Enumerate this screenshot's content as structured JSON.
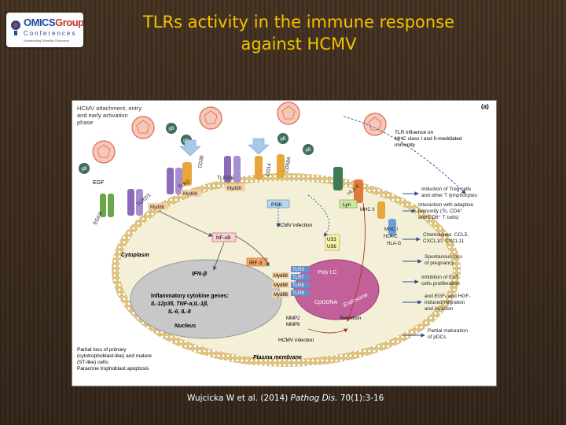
{
  "logo": {
    "part1": "OMICS",
    "part2": "Group",
    "line2": "Conferences",
    "tagline": "Accelerating Scientific Discovery"
  },
  "title": {
    "line1": "TLRs activity in the immune response",
    "line2": "against HCMV"
  },
  "figure": {
    "panel_label": "(a)",
    "attach_label": [
      "HCMV attachment, entry",
      "and early activation",
      "phase"
    ],
    "gb": "gB",
    "gh": "gH",
    "egf": "EGF",
    "egfr": "EGFR",
    "tlr2_1": "TLR2/1",
    "tlr2": "TLR2",
    "tlr26": "TLR2/6",
    "cd36": "CD36",
    "cd14": "CD14",
    "cd58a": "CD58A",
    "myd88": "Myd88",
    "pi3k": "PI3K",
    "hcmv_infection": "HCMV infection",
    "cytoplasm": "Cytoplasm",
    "nfkb": "NF-κB",
    "irf3": "IRF-3",
    "ifn": "IFN-β",
    "inflam": [
      "Inflammatory cytokine genes:",
      "IL-12p35, TNF-α,IL-1β,",
      "IL-6, IL-8"
    ],
    "nucleus": "Nucleus",
    "tlr3": "TLR3",
    "tlr7": "TLR7",
    "tlr8": "TLR8",
    "tlr9": "TLR9",
    "polyic": "Poly I:C",
    "cpg": "CpGDNA",
    "endosome": "Endosome",
    "lyn": "Lyn",
    "us": [
      "US3",
      "US6"
    ],
    "mhc1": "MHC I",
    "hlac": "HLA-C",
    "hlag": "HLA-G",
    "mhcii": "MHC II",
    "hlae": "HLA-E",
    "mmp": [
      "MMP2",
      "MMP9"
    ],
    "secretion": "Secretion",
    "plasma": "Plasma membrane",
    "hcmv_inf2": "HCMV infection",
    "tlr_influence": [
      "TLR influence on",
      "MHC class I and II-meddiated",
      "immunity"
    ],
    "right": [
      [
        "Induction of Treg cells",
        "and other T lymphocytes"
      ],
      [
        "Interaction with adaptive",
        "immunity (Tc, CD4⁺",
        "and CD8⁺ T cells)"
      ],
      [
        "Chemokines: CCL5,",
        "CXCL10, CXCL11"
      ],
      [
        "Spontanous loss",
        "of pregnancy"
      ],
      [
        "Inhibition of EVT",
        "cells proliferation"
      ],
      [
        "and EGF- and HGF-",
        "induced migration",
        "and invasion"
      ],
      [
        "Partial maturation",
        "of pDCs"
      ]
    ],
    "bottom_left": [
      "Partial loss of primary",
      "(cytotrophoblast-like) and mature",
      "(ST-like) cells;",
      "Paracrine trophoblast apoptosis"
    ]
  },
  "citation": {
    "authors": "Wujcicka W et al. (2014) ",
    "journal": "Pathog Dis.",
    "ref": " 70(1):3-16"
  }
}
